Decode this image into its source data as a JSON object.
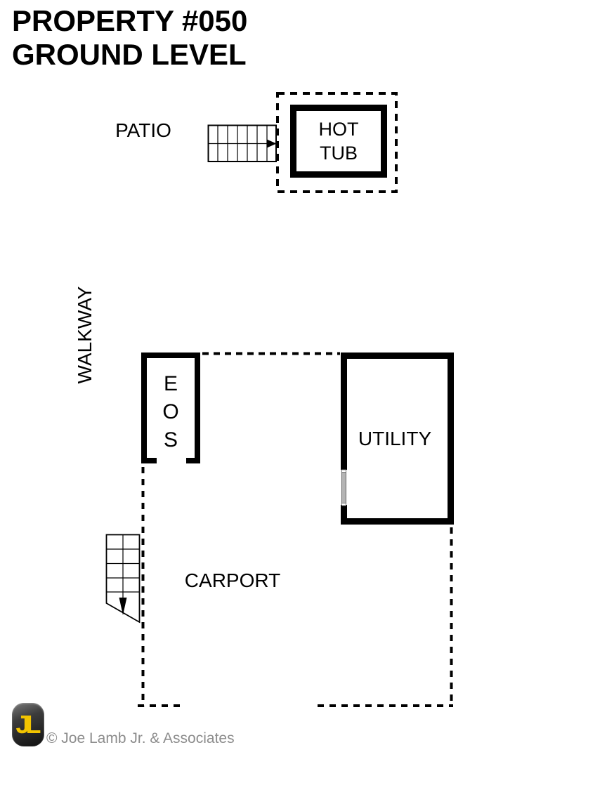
{
  "title": {
    "line1": "PROPERTY #050",
    "line2": "GROUND LEVEL"
  },
  "rooms": {
    "patio": "PATIO",
    "walkway": "WALKWAY",
    "hot_tub_line1": "HOT",
    "hot_tub_line2": "TUB",
    "eos_letters": [
      "E",
      "O",
      "S"
    ],
    "utility": "UTILITY",
    "carport": "CARPORT"
  },
  "footer": {
    "logo_text": "JL",
    "copyright": "© Joe Lamb Jr. & Associates"
  },
  "colors": {
    "wall_line": "#000000",
    "door_gray": "#b4b4b4",
    "logo_yellow": "#f2c400",
    "logo_background": "#1a1a1a",
    "copyright_gray": "#8c8c8c",
    "background": "#ffffff"
  }
}
